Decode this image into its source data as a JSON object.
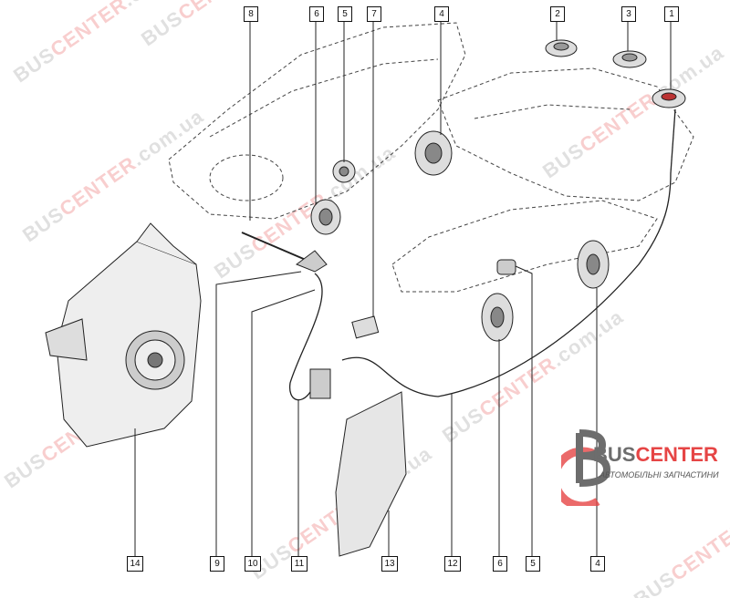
{
  "callouts_top": [
    {
      "id": "top-8",
      "label": "8"
    },
    {
      "id": "top-6",
      "label": "6"
    },
    {
      "id": "top-5",
      "label": "5"
    },
    {
      "id": "top-7",
      "label": "7"
    },
    {
      "id": "top-4",
      "label": "4"
    },
    {
      "id": "top-2",
      "label": "2"
    },
    {
      "id": "top-3",
      "label": "3"
    },
    {
      "id": "top-1",
      "label": "1"
    }
  ],
  "callouts_bottom": [
    {
      "id": "bottom-14",
      "label": "14"
    },
    {
      "id": "bottom-9",
      "label": "9"
    },
    {
      "id": "bottom-10",
      "label": "10"
    },
    {
      "id": "bottom-11",
      "label": "11"
    },
    {
      "id": "bottom-13",
      "label": "13"
    },
    {
      "id": "bottom-12",
      "label": "12"
    },
    {
      "id": "bottom-6",
      "label": "6"
    },
    {
      "id": "bottom-5",
      "label": "5"
    },
    {
      "id": "bottom-4",
      "label": "4"
    }
  ],
  "watermark": {
    "part1": "BUS",
    "part2": "CENTER",
    "part3": ".com.ua"
  },
  "logo": {
    "name_part1": "BUS",
    "name_part2": "CENTER",
    "tagline": "АВТОМОБІЛЬНІ ЗАПЧАСТИНИ"
  },
  "colors": {
    "brand_red": "#e64545",
    "brand_gray": "#6d6d6d"
  }
}
